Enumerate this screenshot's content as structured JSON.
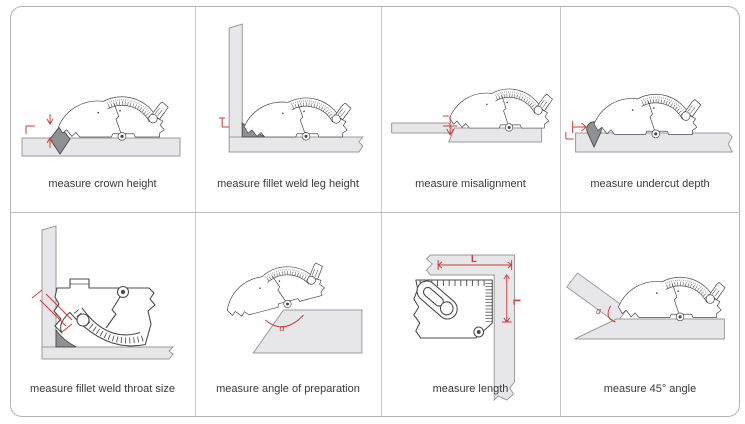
{
  "panels": [
    {
      "caption": "measure crown height"
    },
    {
      "caption": "measure fillet weld leg height"
    },
    {
      "caption": "measure misalignment"
    },
    {
      "caption": "measure undercut depth"
    },
    {
      "caption": "measure fillet weld throat size"
    },
    {
      "caption": "measure angle of preparation"
    },
    {
      "caption": "measure length"
    },
    {
      "caption": "measure 45° angle"
    }
  ],
  "annotations": {
    "alpha": "α",
    "length_label": "L"
  },
  "colors": {
    "annotation_red": "#cf3a3c",
    "plate_fill": "#e7e7e9",
    "plate_stroke": "#9b9b9b",
    "weld_fill": "#8e9094",
    "gauge_outline": "#4b4b4b",
    "caption_text": "#3a3a3a",
    "grid_line": "#c9c9c9"
  }
}
